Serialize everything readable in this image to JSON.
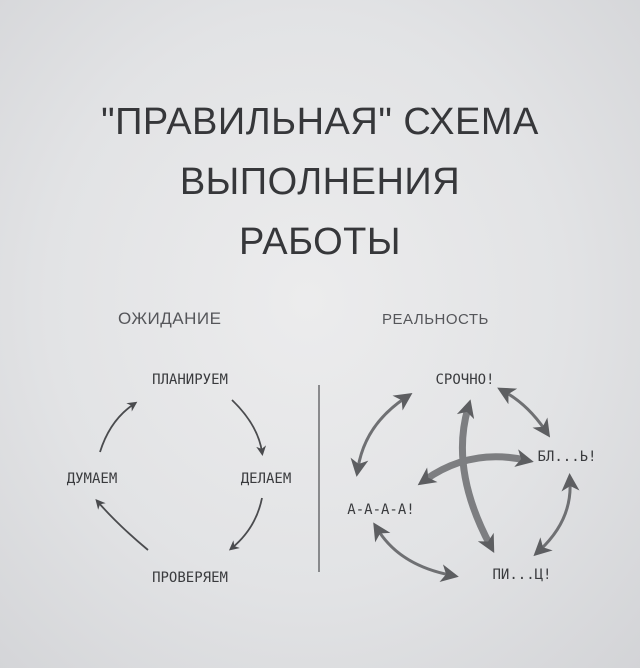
{
  "title": {
    "line1": "\"ПРАВИЛЬНАЯ\" СХЕМА",
    "line2": "ВЫПОЛНЕНИЯ",
    "line3": "РАБОТЫ"
  },
  "expectation": {
    "heading": "ОЖИДАНИЕ",
    "steps": [
      "ПЛАНИРУЕМ",
      "ДЕЛАЕМ",
      "ПРОВЕРЯЕМ",
      "ДУМАЕМ"
    ]
  },
  "reality": {
    "heading": "РЕАЛЬНОСТЬ",
    "nodes": [
      "СРОЧНО!",
      "БЛ...Ь!",
      "ПИ...Ц!",
      "А-А-А-А!"
    ]
  },
  "colors": {
    "paper": "#e6e7e9",
    "ink": "#3a3b3e",
    "arrow": "#8a8b8e"
  }
}
